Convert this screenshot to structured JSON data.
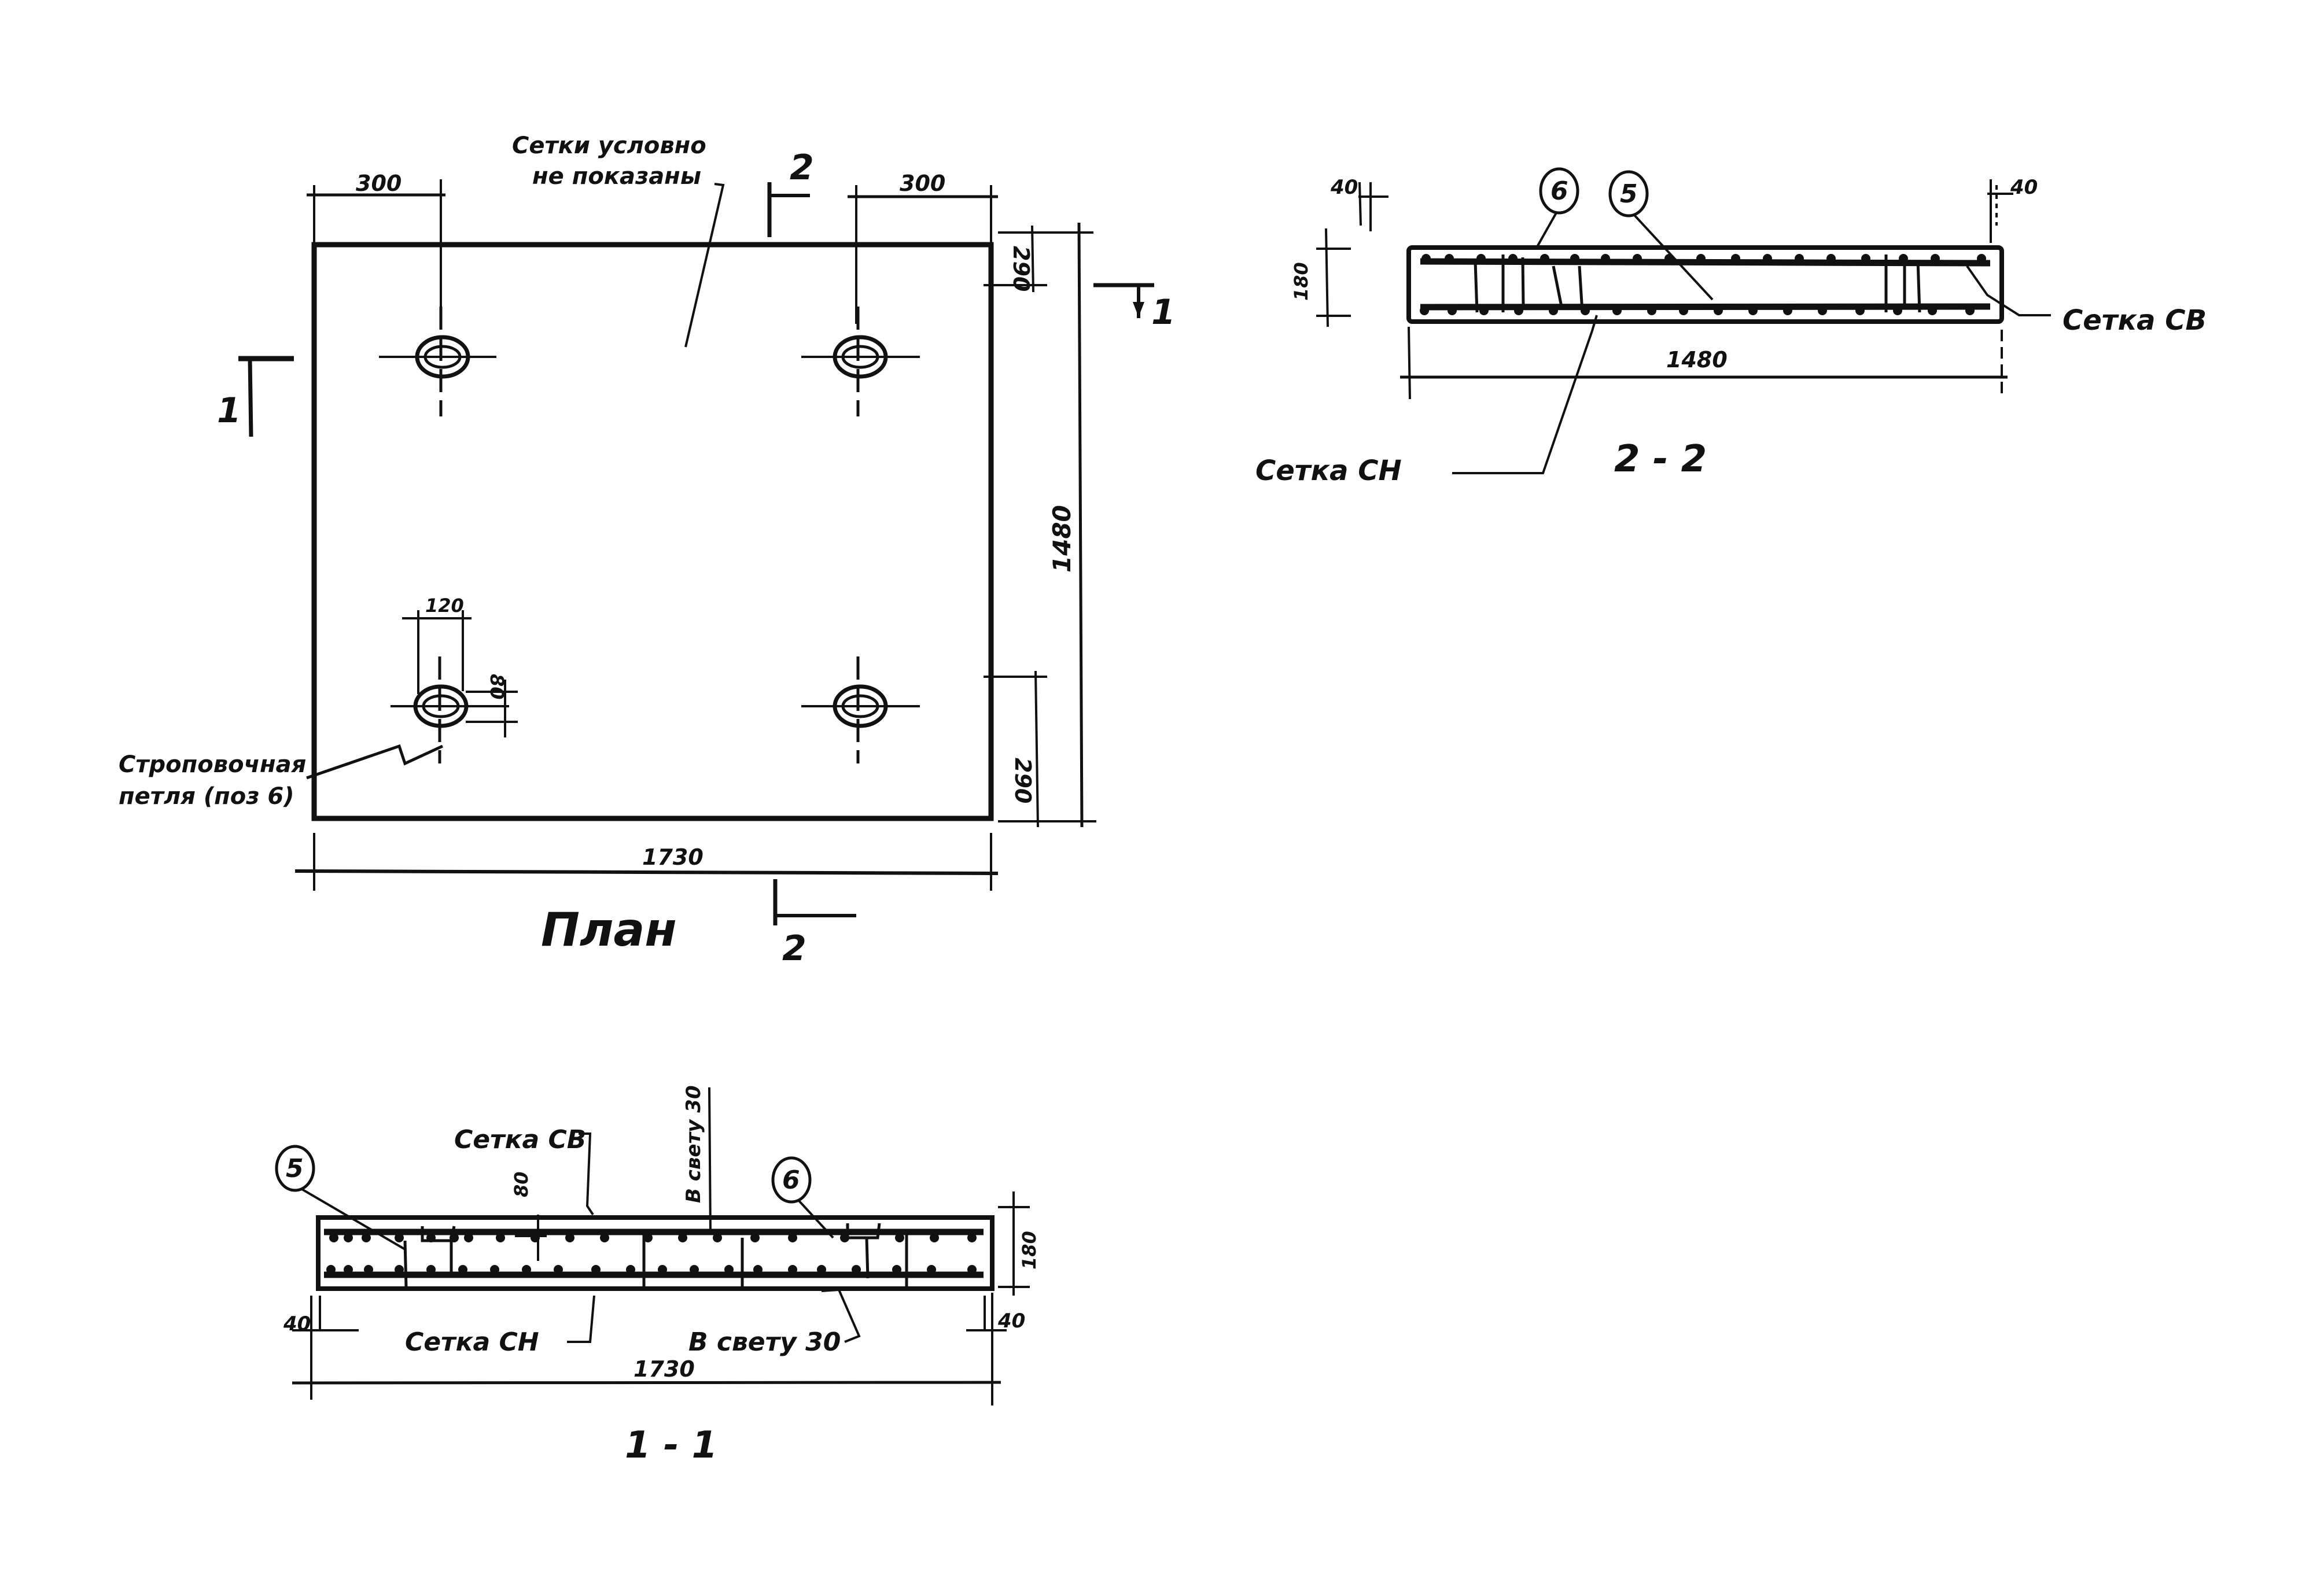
{
  "colors": {
    "ink": "#111111",
    "paper": "#ffffff"
  },
  "plan": {
    "title": "План",
    "note_line1": "Сетки условно",
    "note_line2": "не показаны",
    "dim_left_top": "300",
    "dim_right_top": "300",
    "dim_width": "1730",
    "dim_height": "1480",
    "dim_edge_top": "290",
    "dim_edge_bottom": "290",
    "dim_loop_width": "120",
    "dim_loop_height": "80",
    "loop_label_line1": "Строповочная",
    "loop_label_line2": "петля (поз 6)",
    "section_1_left": "1",
    "section_1_right": "1",
    "section_2_top": "2",
    "section_2_bottom": "2"
  },
  "section_2_2": {
    "title": "2 - 2",
    "dim_left_cover": "40",
    "dim_right_cover": "40",
    "dim_thickness": "180",
    "dim_width": "1480",
    "marker_6": "6",
    "marker_5": "5",
    "mesh_top_label": "Сетка СВ",
    "mesh_bottom_label": "Сетка СН"
  },
  "section_1_1": {
    "title": "1 - 1",
    "dim_left_cover": "40",
    "dim_right_cover": "40",
    "dim_thickness": "180",
    "dim_width": "1730",
    "dim_80": "80",
    "clear_vertical": "В свету 30",
    "clear_bottom": "В свету 30",
    "marker_5": "5",
    "marker_6": "6",
    "mesh_top_label": "Сетка СВ",
    "mesh_bottom_label": "Сетка СН"
  }
}
